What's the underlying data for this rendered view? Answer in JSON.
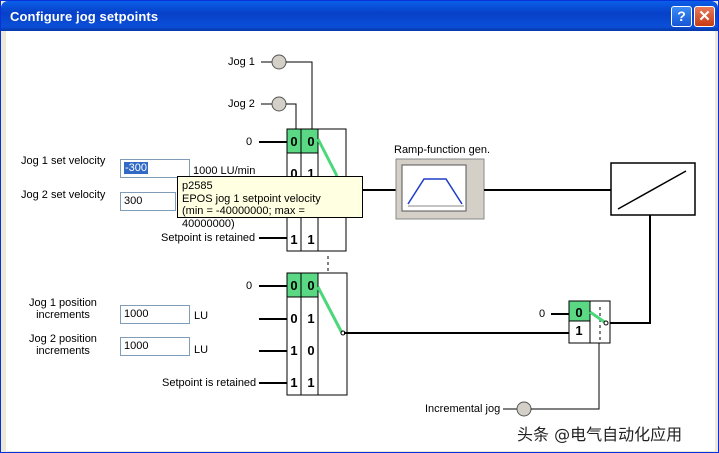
{
  "window": {
    "title": "Configure jog setpoints",
    "help_glyph": "?",
    "close_glyph": "✕"
  },
  "colors": {
    "title_bar": "#0A4FD8",
    "active_bit": "#5AD883",
    "switch_line": "#4CD87A",
    "tooltip_bg": "#FFFFE1"
  },
  "velocity": {
    "jog1_label": "Jog 1",
    "jog2_label": "Jog 2",
    "row0_value": "0",
    "fixed_value": "1000 LU/min",
    "retained_label": "Setpoint is retained",
    "jog1_set_velocity_label": "Jog 1 set velocity",
    "jog1_set_velocity_value": "-300",
    "jog2_set_velocity_label": "Jog 2 set velocity",
    "jog2_set_velocity_value": "300",
    "bits": {
      "row0": [
        "0",
        "0"
      ],
      "row1": [
        "0",
        "1"
      ],
      "row3": [
        "1",
        "1"
      ]
    }
  },
  "tooltip": {
    "param": "p2585",
    "description": "EPOS jog 1 setpoint velocity",
    "range": "(min = -40000000; max = 40000000)"
  },
  "ramp": {
    "label": "Ramp-function gen."
  },
  "position": {
    "row0_value": "0",
    "jog1_increments_label": "Jog 1 position increments",
    "jog1_increments_value": "1000",
    "jog2_increments_label": "Jog 2 position increments",
    "jog2_increments_value": "1000",
    "unit": "LU",
    "retained_label": "Setpoint is retained",
    "bits": {
      "row0": [
        "0",
        "0"
      ],
      "row1": [
        "0",
        "1"
      ],
      "row2": [
        "1",
        "0"
      ],
      "row3": [
        "1",
        "1"
      ]
    }
  },
  "incremental": {
    "label": "Incremental jog",
    "zero": "0",
    "bit0": "0",
    "bit1": "1"
  },
  "watermark": "头条 @电气自动化应用"
}
